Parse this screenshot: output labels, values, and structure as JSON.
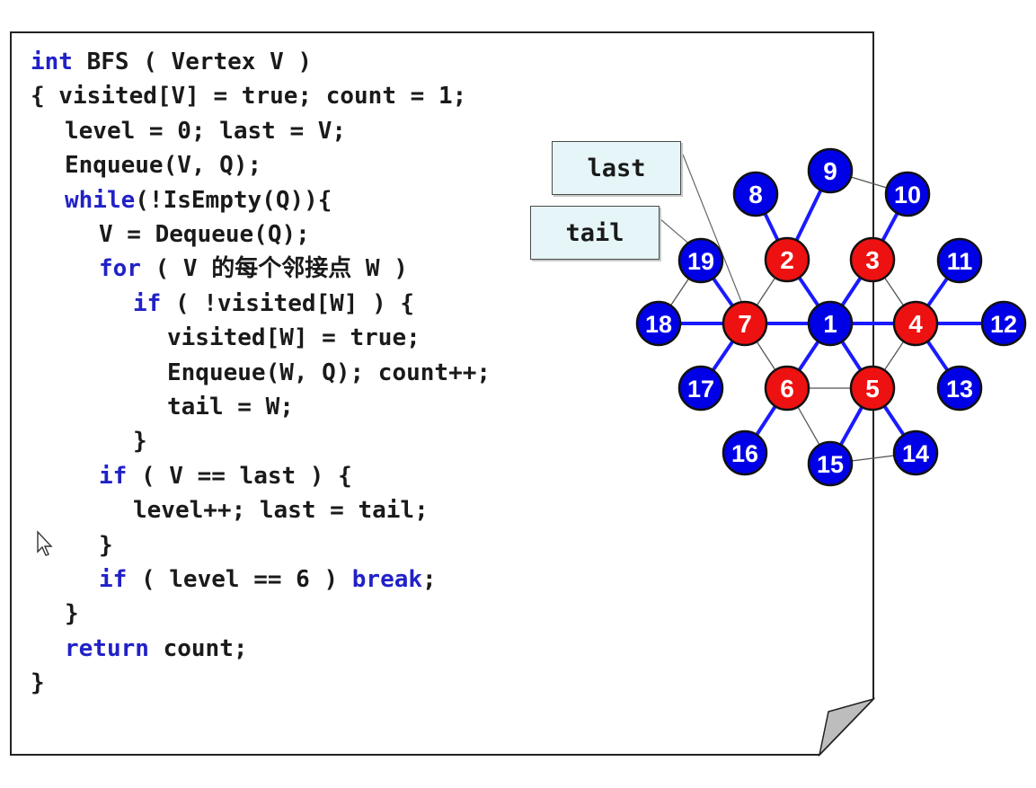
{
  "code": [
    {
      "indent": 0,
      "tokens": [
        {
          "t": "int",
          "kw": true
        },
        {
          "t": " BFS ( Vertex V )"
        }
      ]
    },
    {
      "indent": 0,
      "tokens": [
        {
          "t": "{ visited[V] = true; count = 1;"
        }
      ]
    },
    {
      "indent": 1,
      "tokens": [
        {
          "t": "level = 0; last = V;"
        }
      ]
    },
    {
      "indent": 1,
      "tokens": [
        {
          "t": "Enqueue(V, Q);"
        }
      ]
    },
    {
      "indent": 1,
      "tokens": [
        {
          "t": "while",
          "kw": true
        },
        {
          "t": "(!IsEmpty(Q)){"
        }
      ]
    },
    {
      "indent": 2,
      "tokens": [
        {
          "t": "V = Dequeue(Q);"
        }
      ]
    },
    {
      "indent": 2,
      "tokens": [
        {
          "t": "for",
          "kw": true
        },
        {
          "t": " ( V 的每个邻接点 W )"
        }
      ]
    },
    {
      "indent": 3,
      "tokens": [
        {
          "t": "if",
          "kw": true
        },
        {
          "t": " ( !visited[W] ) {"
        }
      ]
    },
    {
      "indent": 4,
      "tokens": [
        {
          "t": "visited[W] = true;"
        }
      ]
    },
    {
      "indent": 4,
      "tokens": [
        {
          "t": "Enqueue(W, Q); count++;"
        }
      ]
    },
    {
      "indent": 4,
      "tokens": [
        {
          "t": "tail = W;"
        }
      ]
    },
    {
      "indent": 3,
      "tokens": [
        {
          "t": "}"
        }
      ]
    },
    {
      "indent": 2,
      "tokens": [
        {
          "t": "if",
          "kw": true
        },
        {
          "t": " ( V == last ) {"
        }
      ]
    },
    {
      "indent": 3,
      "tokens": [
        {
          "t": "level++; last = tail;"
        }
      ]
    },
    {
      "indent": 2,
      "tokens": [
        {
          "t": "}"
        }
      ]
    },
    {
      "indent": 2,
      "tokens": [
        {
          "t": "if",
          "kw": true
        },
        {
          "t": " ( level == 6 ) "
        },
        {
          "t": "break",
          "kw": true
        },
        {
          "t": ";"
        }
      ]
    },
    {
      "indent": 1,
      "tokens": [
        {
          "t": "}"
        }
      ]
    },
    {
      "indent": 1,
      "tokens": [
        {
          "t": "return",
          "kw": true
        },
        {
          "t": " count;"
        }
      ]
    },
    {
      "indent": 0,
      "tokens": [
        {
          "t": "}"
        }
      ]
    }
  ],
  "pointers": {
    "last": "last",
    "tail": "tail"
  },
  "graph": {
    "nodes": [
      {
        "id": "1",
        "color": "blue"
      },
      {
        "id": "2",
        "color": "red"
      },
      {
        "id": "3",
        "color": "red"
      },
      {
        "id": "4",
        "color": "red"
      },
      {
        "id": "5",
        "color": "red"
      },
      {
        "id": "6",
        "color": "red"
      },
      {
        "id": "7",
        "color": "red"
      },
      {
        "id": "8",
        "color": "blue"
      },
      {
        "id": "9",
        "color": "blue"
      },
      {
        "id": "10",
        "color": "blue"
      },
      {
        "id": "11",
        "color": "blue"
      },
      {
        "id": "12",
        "color": "blue"
      },
      {
        "id": "13",
        "color": "blue"
      },
      {
        "id": "14",
        "color": "blue"
      },
      {
        "id": "15",
        "color": "blue"
      },
      {
        "id": "16",
        "color": "blue"
      },
      {
        "id": "17",
        "color": "blue"
      },
      {
        "id": "18",
        "color": "blue"
      },
      {
        "id": "19",
        "color": "blue"
      }
    ],
    "bold_edges": [
      [
        "1",
        "2"
      ],
      [
        "1",
        "3"
      ],
      [
        "1",
        "4"
      ],
      [
        "1",
        "5"
      ],
      [
        "1",
        "6"
      ],
      [
        "1",
        "7"
      ],
      [
        "2",
        "9"
      ],
      [
        "3",
        "10"
      ],
      [
        "4",
        "11"
      ],
      [
        "4",
        "12"
      ],
      [
        "4",
        "13"
      ],
      [
        "5",
        "14"
      ],
      [
        "5",
        "15"
      ],
      [
        "6",
        "16"
      ],
      [
        "7",
        "17"
      ],
      [
        "7",
        "18"
      ],
      [
        "7",
        "19"
      ],
      [
        "2",
        "8"
      ]
    ],
    "thin_edges": [
      [
        "9",
        "10"
      ],
      [
        "2",
        "7"
      ],
      [
        "3",
        "4"
      ],
      [
        "4",
        "5"
      ],
      [
        "5",
        "6"
      ],
      [
        "6",
        "7"
      ],
      [
        "18",
        "19"
      ],
      [
        "6",
        "15"
      ],
      [
        "15",
        "14"
      ]
    ]
  },
  "colors": {
    "blue_node": "#0000e6",
    "red_node": "#ee1111",
    "bold_edge": "#1a1aff",
    "thin_edge": "#555555",
    "keyword": "#2121c8",
    "label_bg": "#e6f6f8"
  }
}
